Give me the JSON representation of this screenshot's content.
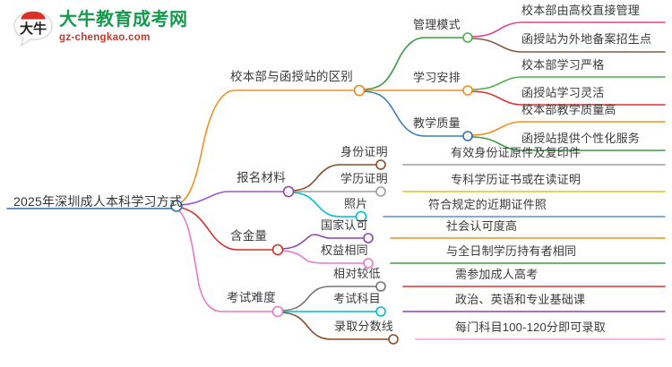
{
  "brand": {
    "logo_icon": "speech-bubble-logo-icon",
    "name_cn": "大牛教育成考网",
    "name_en": "gz-chengkao.com",
    "mark_text": "大牛",
    "color_cn": "#169b4e",
    "color_en": "#c0392b",
    "color_mark": "#d93025"
  },
  "mindmap": {
    "root": {
      "label": "2025年深圳成人本科学习方式",
      "node_color": "#2f6fb5",
      "underline_color": "#2f6fb5"
    },
    "branches": [
      {
        "label": "校本部与函授站的区别",
        "node_color": "#e8871e",
        "link_color": "#f0901f",
        "children": [
          {
            "label": "管理模式",
            "node_color": "#4caf50",
            "link_color": "#3f9b44",
            "children": [
              {
                "label": "校本部由高校直接管理",
                "link_color": "#e83e8c"
              },
              {
                "label": "函授站为外地备案招生点",
                "link_color": "#8a5a44"
              }
            ]
          },
          {
            "label": "学习安排",
            "node_color": "#f0901f",
            "link_color": "#f0901f",
            "children": [
              {
                "label": "校本部学习严格",
                "link_color": "#4caf50"
              },
              {
                "label": "函授站学习灵活",
                "link_color": "#e03131"
              }
            ]
          },
          {
            "label": "教学质量",
            "node_color": "#2f6fb5",
            "link_color": "#3a7ec0",
            "children": [
              {
                "label": "校本部教学质量高",
                "link_color": "#f0901f"
              },
              {
                "label": "函授站提供个性化服务",
                "link_color": "#3f9b44"
              }
            ]
          }
        ]
      },
      {
        "label": "报名材料",
        "node_color": "#8e44ad",
        "link_color": "#9b59d0",
        "children": [
          {
            "label": "身份证明",
            "node_color": "#8a4b2a",
            "link_color": "#8a4b2a",
            "children": [
              {
                "label": "有效身份证原件及复印件",
                "link_color": "#9e9e9e"
              }
            ]
          },
          {
            "label": "学历证明",
            "node_color": "#9e9e9e",
            "link_color": "#9e9e9e",
            "children": [
              {
                "label": "专科学历证书或在读证明",
                "link_color": "#d4c92a"
              }
            ]
          },
          {
            "label": "照片",
            "node_color": "#00bcd4",
            "link_color": "#00bcd4",
            "children": [
              {
                "label": "符合规定的近期证件照",
                "link_color": "#5b8fd0"
              }
            ]
          }
        ]
      },
      {
        "label": "含金量",
        "node_color": "#d32f2f",
        "link_color": "#d32f2f",
        "children": [
          {
            "label": "国家认可",
            "node_color": "#8e44ad",
            "link_color": "#8e44ad",
            "children": [
              {
                "label": "社会认可度高",
                "link_color": "#f0901f"
              }
            ]
          },
          {
            "label": "权益相同",
            "node_color": "#e878c8",
            "link_color": "#e878c8",
            "children": [
              {
                "label": "与全日制学历持有者相同",
                "link_color": "#3f9b44"
              }
            ]
          }
        ]
      },
      {
        "label": "考试难度",
        "node_color": "#e878c8",
        "link_color": "#e878c8",
        "children": [
          {
            "label": "相对较低",
            "node_color": "#757575",
            "link_color": "#757575",
            "children": [
              {
                "label": "需参加成人高考",
                "link_color": "#e03131"
              }
            ]
          },
          {
            "label": "考试科目",
            "node_color": "#00bcd4",
            "link_color": "#00bcd4",
            "children": [
              {
                "label": "政治、英语和专业基础课",
                "link_color": "#8e44ad"
              }
            ]
          },
          {
            "label": "录取分数线",
            "node_color": "#8a4b2a",
            "link_color": "#8a4b2a",
            "children": [
              {
                "label": "每门科目100-120分即可录取",
                "link_color": "#f0a0d0"
              }
            ]
          }
        ]
      }
    ]
  }
}
